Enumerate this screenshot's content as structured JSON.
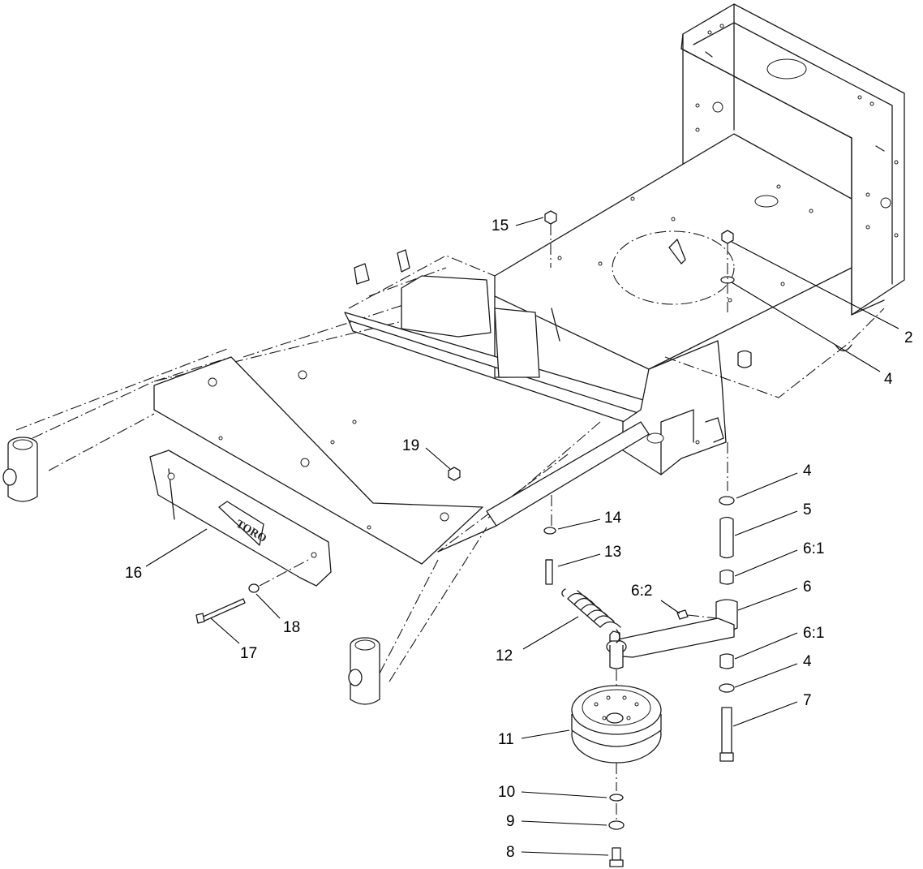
{
  "diagram": {
    "type": "exploded-parts-drawing",
    "logo": "TORO",
    "callouts": {
      "c2": "2",
      "c4a": "4",
      "c4b": "4",
      "c4c": "4",
      "c5": "5",
      "c6": "6",
      "c6_1a": "6:1",
      "c6_1b": "6:1",
      "c6_2": "6:2",
      "c7": "7",
      "c8": "8",
      "c9": "9",
      "c10": "10",
      "c11": "11",
      "c12": "12",
      "c13": "13",
      "c14": "14",
      "c15": "15",
      "c16": "16",
      "c17": "17",
      "c18": "18",
      "c19": "19"
    }
  }
}
